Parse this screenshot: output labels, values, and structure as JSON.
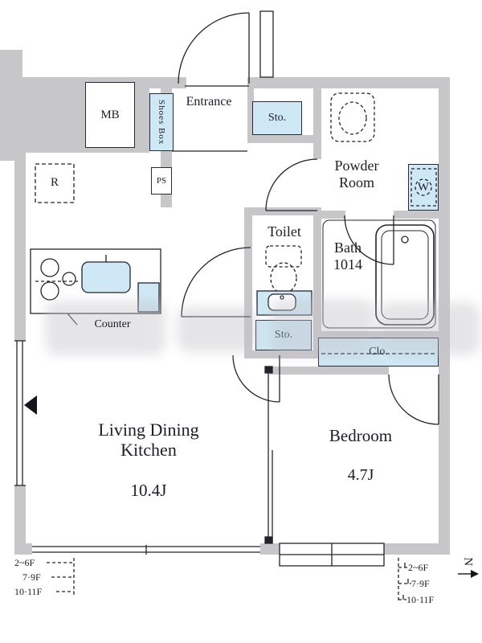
{
  "plan": {
    "entrance": "Entrance",
    "mb": "MB",
    "shoes_box": "Shoes Box",
    "sto_upper": "Sto.",
    "sto_lower": "Sto.",
    "ps": "PS",
    "fridge": "R",
    "powder_line1": "Powder",
    "powder_line2": "Room",
    "washer": "W",
    "toilet": "Toilet",
    "bath_line1": "Bath",
    "bath_line2": "1014",
    "counter": "Counter",
    "closet": "Clo.",
    "ldk_line1": "Living Dining",
    "ldk_line2": "Kitchen",
    "ldk_size": "10.4J",
    "bedroom": "Bedroom",
    "bedroom_size": "4.7J",
    "north": "N"
  },
  "floors_left": [
    "2~6F",
    "7·9F",
    "10·11F"
  ],
  "floors_right": [
    "2~6F",
    "7·9F",
    "10·11F"
  ],
  "colors": {
    "wall": "#c7c7ca",
    "highlight": "#cfe8f5",
    "line": "#23232e",
    "text": "#1d1d29"
  }
}
